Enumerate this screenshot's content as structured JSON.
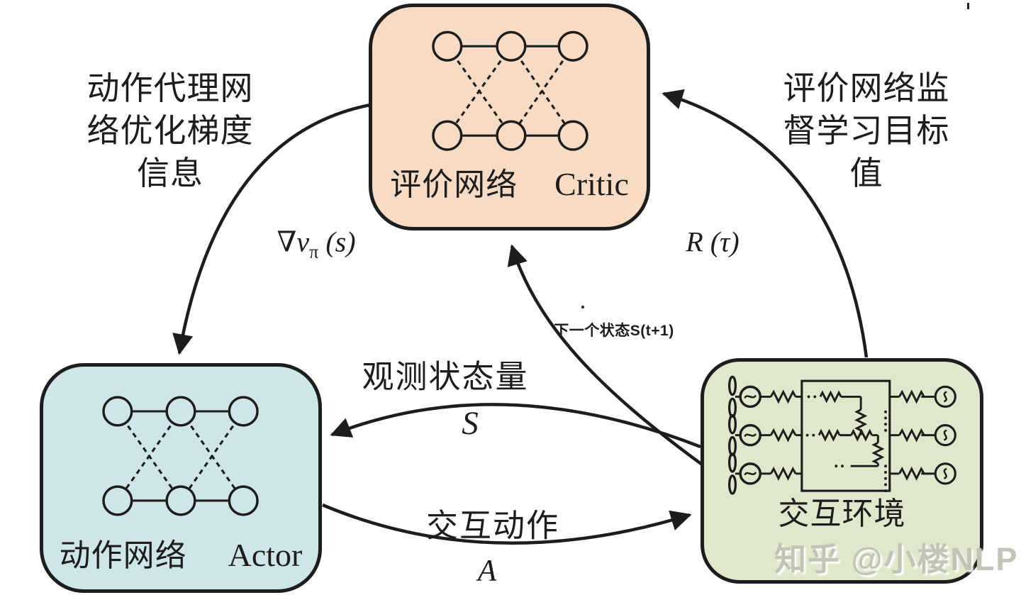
{
  "boxes": {
    "critic": {
      "label_zh": "评价网络",
      "label_en": "Critic",
      "fill": "#f7dbc5"
    },
    "actor": {
      "label_zh": "动作网络",
      "label_en": "Actor",
      "fill": "#cfe6e8"
    },
    "environment": {
      "label_zh": "交互环境",
      "fill": "#dfe8cb"
    }
  },
  "notes": {
    "left": [
      "动作代理网",
      "络优化梯度",
      "信息"
    ],
    "right": [
      "评价网络监",
      "督学习目标",
      "值"
    ]
  },
  "formulas": {
    "gradient": {
      "nabla": "∇",
      "v": "v",
      "sub": "π",
      "arg": " (s)"
    },
    "reward": {
      "r": "R",
      "arg": " (τ)"
    }
  },
  "edges": {
    "next_state": "下一个状态S(t+1)",
    "observe_label": "观测状态量",
    "observe_symbol": "S",
    "action_label": "交互动作",
    "action_symbol": "A"
  },
  "watermark": "知乎 @小楼NLP",
  "colors": {
    "stroke": "#1d1d1d",
    "critic_fill": "#f7dbc5",
    "actor_fill": "#cfe6e8",
    "env_fill": "#dfe8cb"
  }
}
